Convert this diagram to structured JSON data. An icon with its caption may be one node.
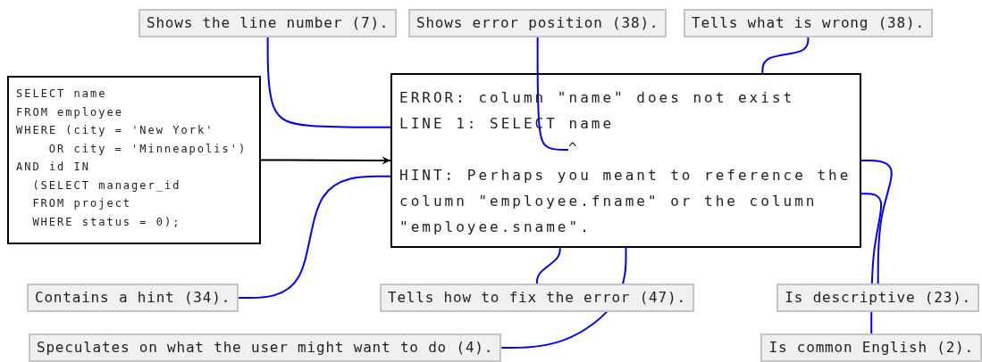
{
  "diagram": {
    "nodes": [
      {
        "text": [
          "Shows the line number (7)."
        ]
      },
      {
        "text": [
          "Shows error position (38)."
        ]
      },
      {
        "text": [
          "Tells what is wrong (38)."
        ]
      },
      {
        "text": [
          "SELECT name",
          "FROM employee",
          "WHERE (city = 'New York'",
          "OR city = 'Minneapolis')",
          "AND id IN",
          "(SELECT manager_id",
          "FROM project",
          "WHERE status = 0);"
        ]
      },
      {
        "text": [
          "ERROR: column \"name\" does not exist",
          "LINE 1: SELECT name",
          "HINT: Perhaps you meant to reference the column \"employee.fname\" or the column \"employee.sname\"."
        ]
      },
      {
        "text": [
          "^"
        ],
        "in": 4
      },
      {
        "text": [
          "Contains a hint (34)."
        ]
      },
      {
        "text": [
          "Tells how to fix the error (47)."
        ]
      },
      {
        "text": [
          "Is descriptive (23)."
        ]
      },
      {
        "text": [
          "Speculates on what the user might want to do (4)."
        ]
      },
      {
        "text": [
          "Is common English (2)."
        ]
      }
    ],
    "edges": [
      {
        "from": 0,
        "to": 4,
        "arrow": "none"
      },
      {
        "from": 1,
        "to": 5,
        "arrow": "none"
      },
      {
        "from": 2,
        "to": 4,
        "arrow": "none"
      },
      {
        "from": 3,
        "to": 4,
        "arrow": "to",
        "color": "#000000"
      },
      {
        "from": 6,
        "to": 4,
        "arrow": "none"
      },
      {
        "from": 7,
        "to": 4,
        "arrow": "none"
      },
      {
        "from": 9,
        "to": 4,
        "arrow": "none"
      },
      {
        "from": 8,
        "to": 4,
        "arrow": "none"
      },
      {
        "from": 10,
        "to": 4,
        "arrow": "none"
      }
    ]
  }
}
